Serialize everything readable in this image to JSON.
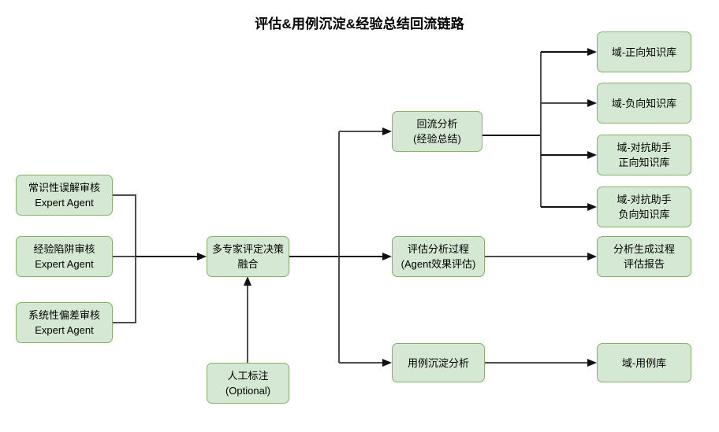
{
  "title": "评估&用例沉淀&经验总结回流链路",
  "theme": {
    "node_fill": "#d5e8d4",
    "node_border": "#82b366",
    "connector": "#4d4d4d",
    "arrowhead": "#111111",
    "background": "#ffffff",
    "text": "#000000"
  },
  "nodes": {
    "expert_common_sense": {
      "line1": "常识性误解审核",
      "line2": "Expert Agent"
    },
    "expert_experience_trap": {
      "line1": "经验陷阱审核",
      "line2": "Expert Agent"
    },
    "expert_systematic_bias": {
      "line1": "系统性偏差审核",
      "line2": "Expert Agent"
    },
    "multi_expert_fusion": {
      "line1": "多专家评定决策",
      "line2": "融合"
    },
    "manual_annotation": {
      "line1": "人工标注",
      "line2": "(Optional)"
    },
    "backflow_analysis": {
      "line1": "回流分析",
      "line2": "(经验总结)"
    },
    "evaluation_process": {
      "line1": "评估分析过程",
      "line2": "(Agent效果评估)"
    },
    "case_precipitation": {
      "line1": "用例沉淀分析",
      "line2": ""
    },
    "kb_domain_positive": {
      "line1": "域-正向知识库",
      "line2": ""
    },
    "kb_domain_negative": {
      "line1": "域-负向知识库",
      "line2": ""
    },
    "kb_adversarial_positive": {
      "line1": "域-对抗助手",
      "line2": "正向知识库"
    },
    "kb_adversarial_negative": {
      "line1": "域-对抗助手",
      "line2": "负向知识库"
    },
    "analysis_report": {
      "line1": "分析生成过程",
      "line2": "评估报告"
    },
    "case_library": {
      "line1": "域-用例库",
      "line2": ""
    }
  },
  "chart_data": {
    "type": "diagram",
    "title": "评估&用例沉淀&经验总结回流链路",
    "orientation": "left-to-right flowchart",
    "node_list": [
      "常识性误解审核 Expert Agent",
      "经验陷阱审核 Expert Agent",
      "系统性偏差审核 Expert Agent",
      "多专家评定决策融合",
      "人工标注 (Optional)",
      "回流分析 (经验总结)",
      "评估分析过程 (Agent效果评估)",
      "用例沉淀分析",
      "域-正向知识库",
      "域-负向知识库",
      "域-对抗助手正向知识库",
      "域-对抗助手负向知识库",
      "分析生成过程评估报告",
      "域-用例库"
    ],
    "edges": [
      {
        "from": "常识性误解审核 Expert Agent",
        "to": "多专家评定决策融合"
      },
      {
        "from": "经验陷阱审核 Expert Agent",
        "to": "多专家评定决策融合"
      },
      {
        "from": "系统性偏差审核 Expert Agent",
        "to": "多专家评定决策融合"
      },
      {
        "from": "人工标注 (Optional)",
        "to": "多专家评定决策融合"
      },
      {
        "from": "多专家评定决策融合",
        "to": "回流分析 (经验总结)"
      },
      {
        "from": "多专家评定决策融合",
        "to": "评估分析过程 (Agent效果评估)"
      },
      {
        "from": "多专家评定决策融合",
        "to": "用例沉淀分析"
      },
      {
        "from": "回流分析 (经验总结)",
        "to": "域-正向知识库"
      },
      {
        "from": "回流分析 (经验总结)",
        "to": "域-负向知识库"
      },
      {
        "from": "回流分析 (经验总结)",
        "to": "域-对抗助手正向知识库"
      },
      {
        "from": "回流分析 (经验总结)",
        "to": "域-对抗助手负向知识库"
      },
      {
        "from": "评估分析过程 (Agent效果评估)",
        "to": "分析生成过程评估报告"
      },
      {
        "from": "用例沉淀分析",
        "to": "域-用例库"
      }
    ]
  }
}
